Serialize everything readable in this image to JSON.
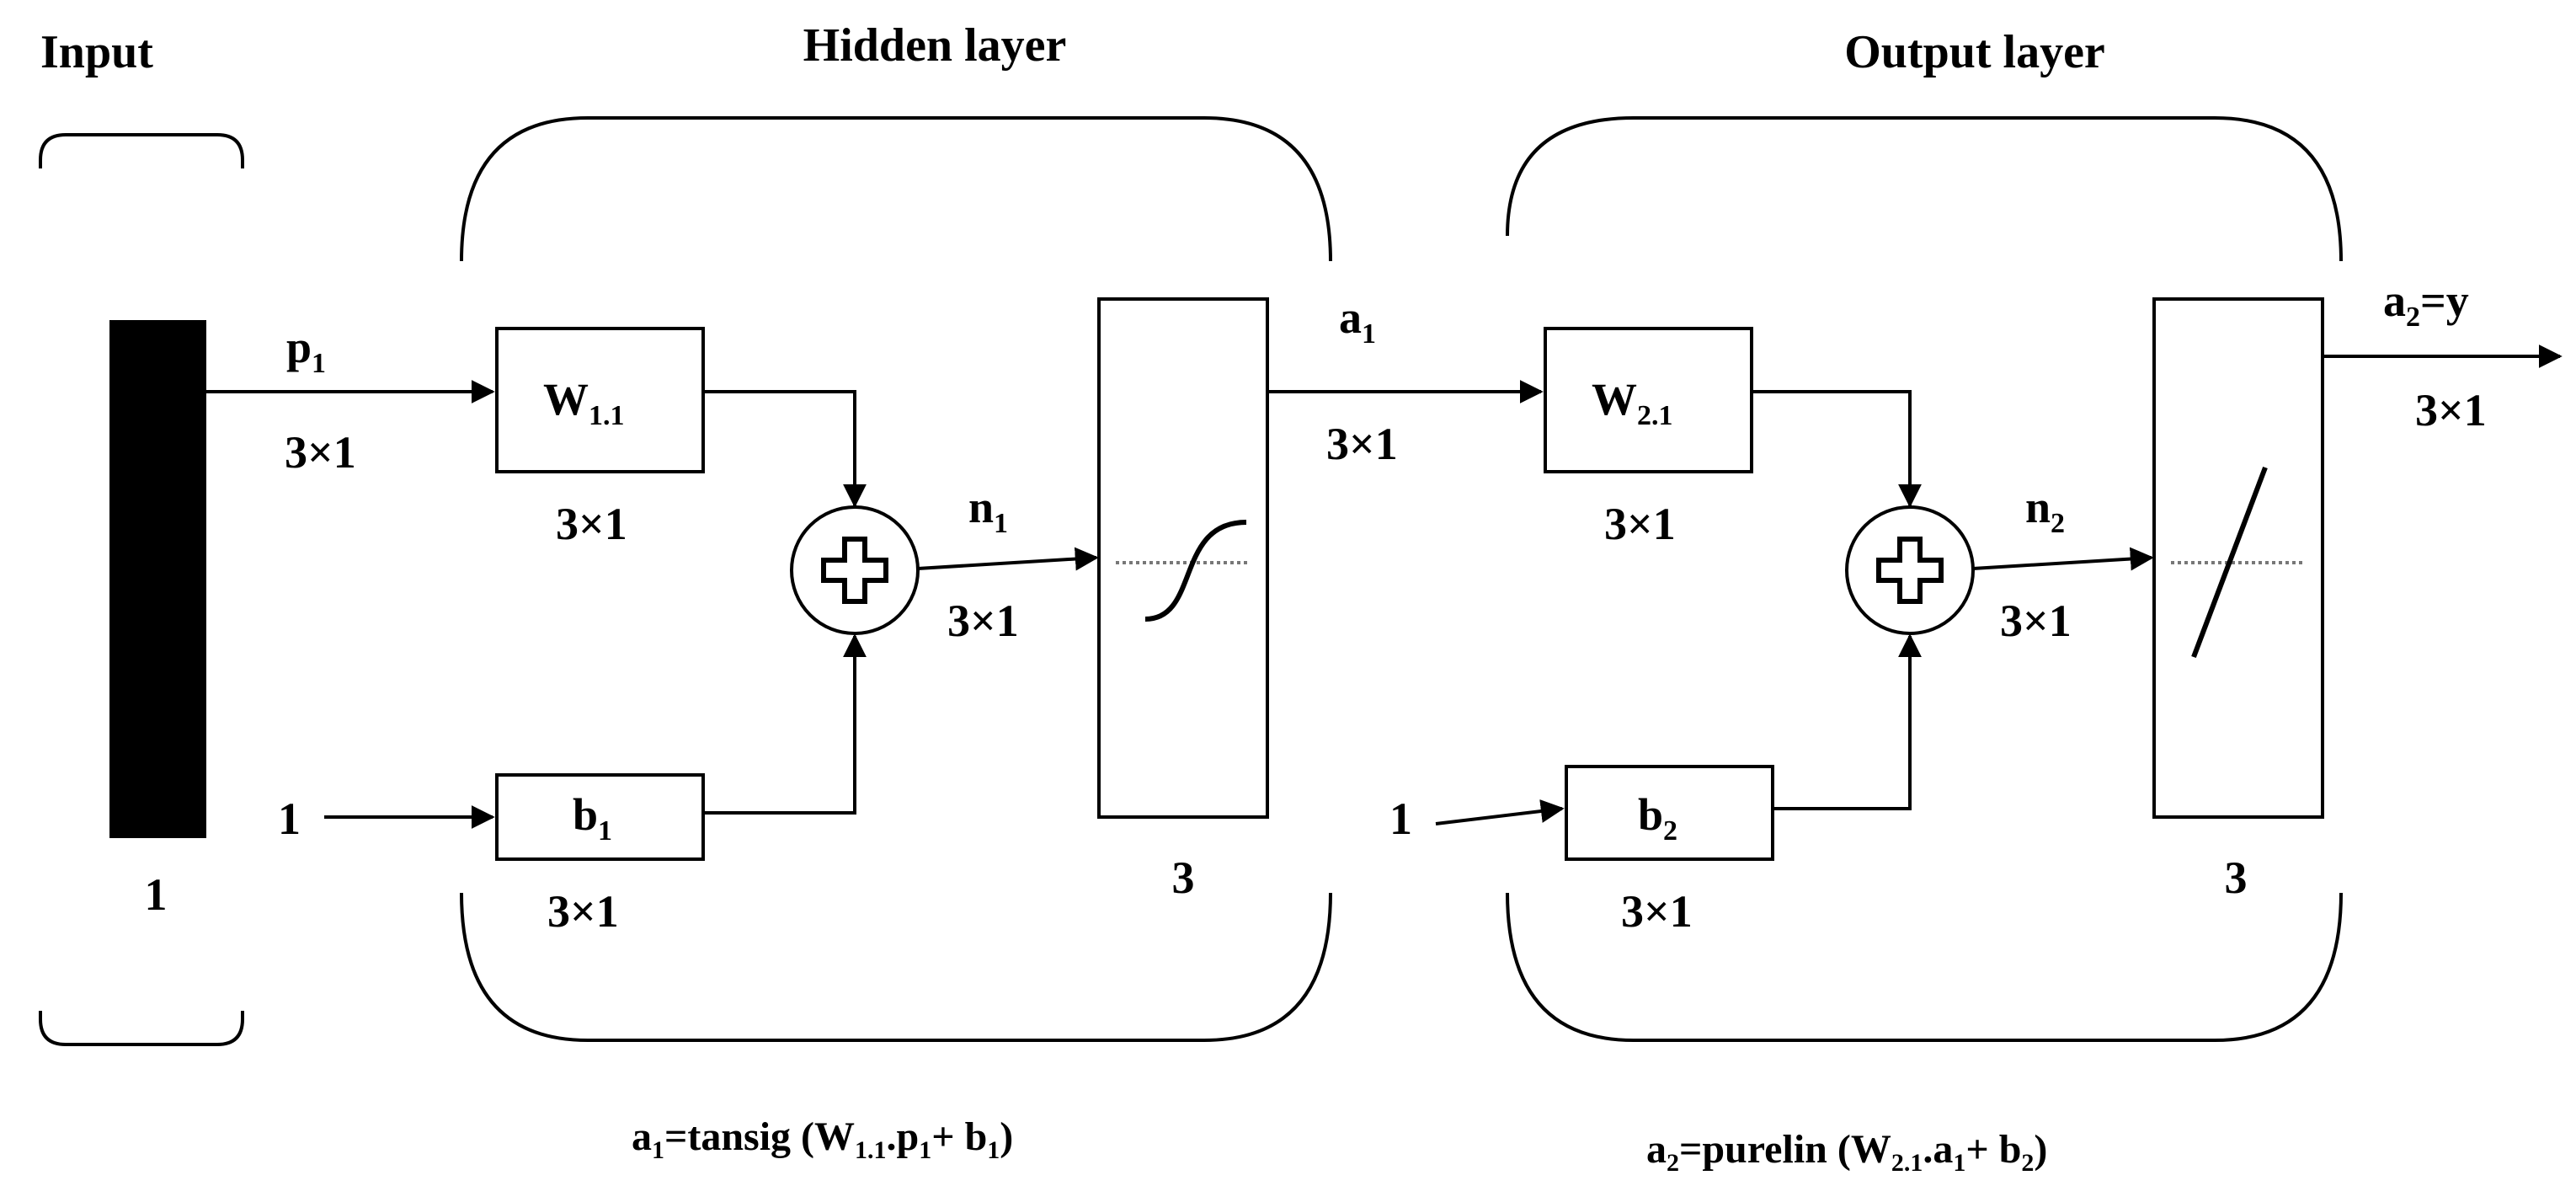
{
  "titles": {
    "input": "Input",
    "hidden": "Hidden layer",
    "output": "Output layer"
  },
  "input": {
    "size": "1",
    "signal_base": "p",
    "signal_sub": "1",
    "signal_dim": "3×1"
  },
  "hidden": {
    "weight_base": "W",
    "weight_sub": "1.1",
    "weight_dim": "3×1",
    "bias_input": "1",
    "bias_base": "b",
    "bias_sub": "1",
    "bias_dim": "3×1",
    "net_base": "n",
    "net_sub": "1",
    "net_dim": "3×1",
    "neurons": "3",
    "out_base": "a",
    "out_sub": "1",
    "out_dim": "3×1",
    "transfer": "tansig"
  },
  "output": {
    "weight_base": "W",
    "weight_sub": "2.1",
    "weight_dim": "3×1",
    "bias_input": "1",
    "bias_base": "b",
    "bias_sub": "2",
    "bias_dim": "3×1",
    "net_base": "n",
    "net_sub": "2",
    "net_dim": "3×1",
    "neurons": "3",
    "out_base": "a",
    "out_sub": "2",
    "out_suffix": "=y",
    "out_dim": "3×1",
    "transfer": "purelin"
  },
  "equations": {
    "hidden": {
      "a": "a",
      "a_sub": "1",
      "eq_fn": "=tansig (W",
      "w_sub": "1.1",
      "dot_p": ".p",
      "p_sub": "1",
      "plus_b": "+ b",
      "b_sub": "1",
      "close": ")"
    },
    "output": {
      "a": "a",
      "a_sub": "2",
      "eq_fn": "=purelin (W",
      "w_sub": "2.1",
      "dot_a": ".a",
      "a1_sub": "1",
      "plus_b": "+ b",
      "b_sub": "2",
      "close": ")"
    }
  },
  "icons": {
    "sum": "summation-plus-icon",
    "hidden_transfer": "tansig-curve-icon",
    "output_transfer": "purelin-line-icon"
  }
}
